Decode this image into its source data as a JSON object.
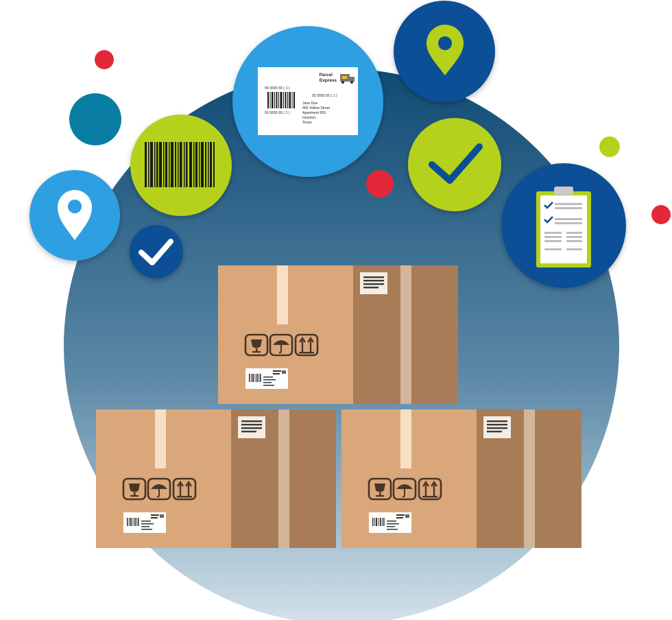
{
  "shipping_label": {
    "brand_line1": "Parcel",
    "brand_line2": "Express",
    "tracking_number": "55 5555 55 ( 1 )",
    "recipient_lines": [
      "Jane Doe",
      "555 Yellow Street",
      "Apartment 555",
      "Houston",
      "Texas"
    ]
  },
  "icons": [
    "location-pin-icon",
    "barcode-icon",
    "shipping-label-icon",
    "checkmark-icon",
    "clipboard-checklist-icon",
    "fragile-glass-icon",
    "keep-dry-umbrella-icon",
    "this-way-up-arrows-icon"
  ],
  "colors": {
    "background_gradient_top": "#0f4a74",
    "background_gradient_bottom": "#c9dbe6",
    "light_blue": "#2e9fe0",
    "dark_blue": "#0a4f96",
    "lime_green": "#b5d11b",
    "teal": "#0a7da3",
    "red": "#e3283a",
    "box_light": "#d9a77a",
    "box_dark": "#a87c56",
    "tape": "#f7dfc4"
  }
}
